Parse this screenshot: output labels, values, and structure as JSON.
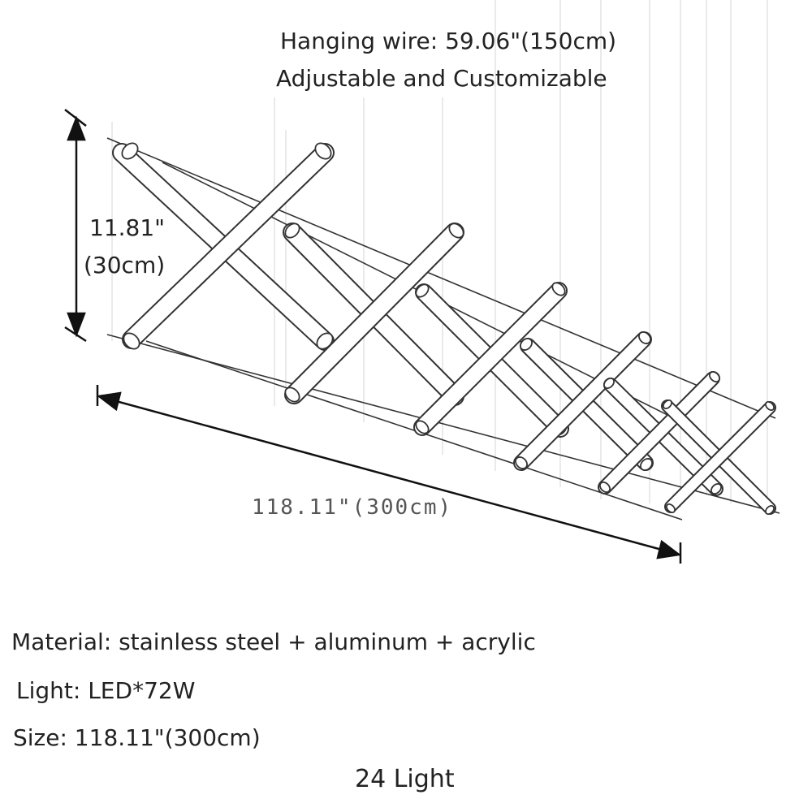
{
  "wire": {
    "line1": "Hanging wire: 59.06\"(150cm)",
    "line2": "Adjustable and Customizable"
  },
  "height_dim": {
    "line1": "11.81\"",
    "line2": "(30cm)"
  },
  "length_dim": "118.11\"(300cm)",
  "specs": {
    "material": "Material: stainless steel + aluminum + acrylic",
    "light": "Light: LED*72W",
    "size": "Size: 118.11\"(300cm)"
  },
  "count": "24 Light"
}
